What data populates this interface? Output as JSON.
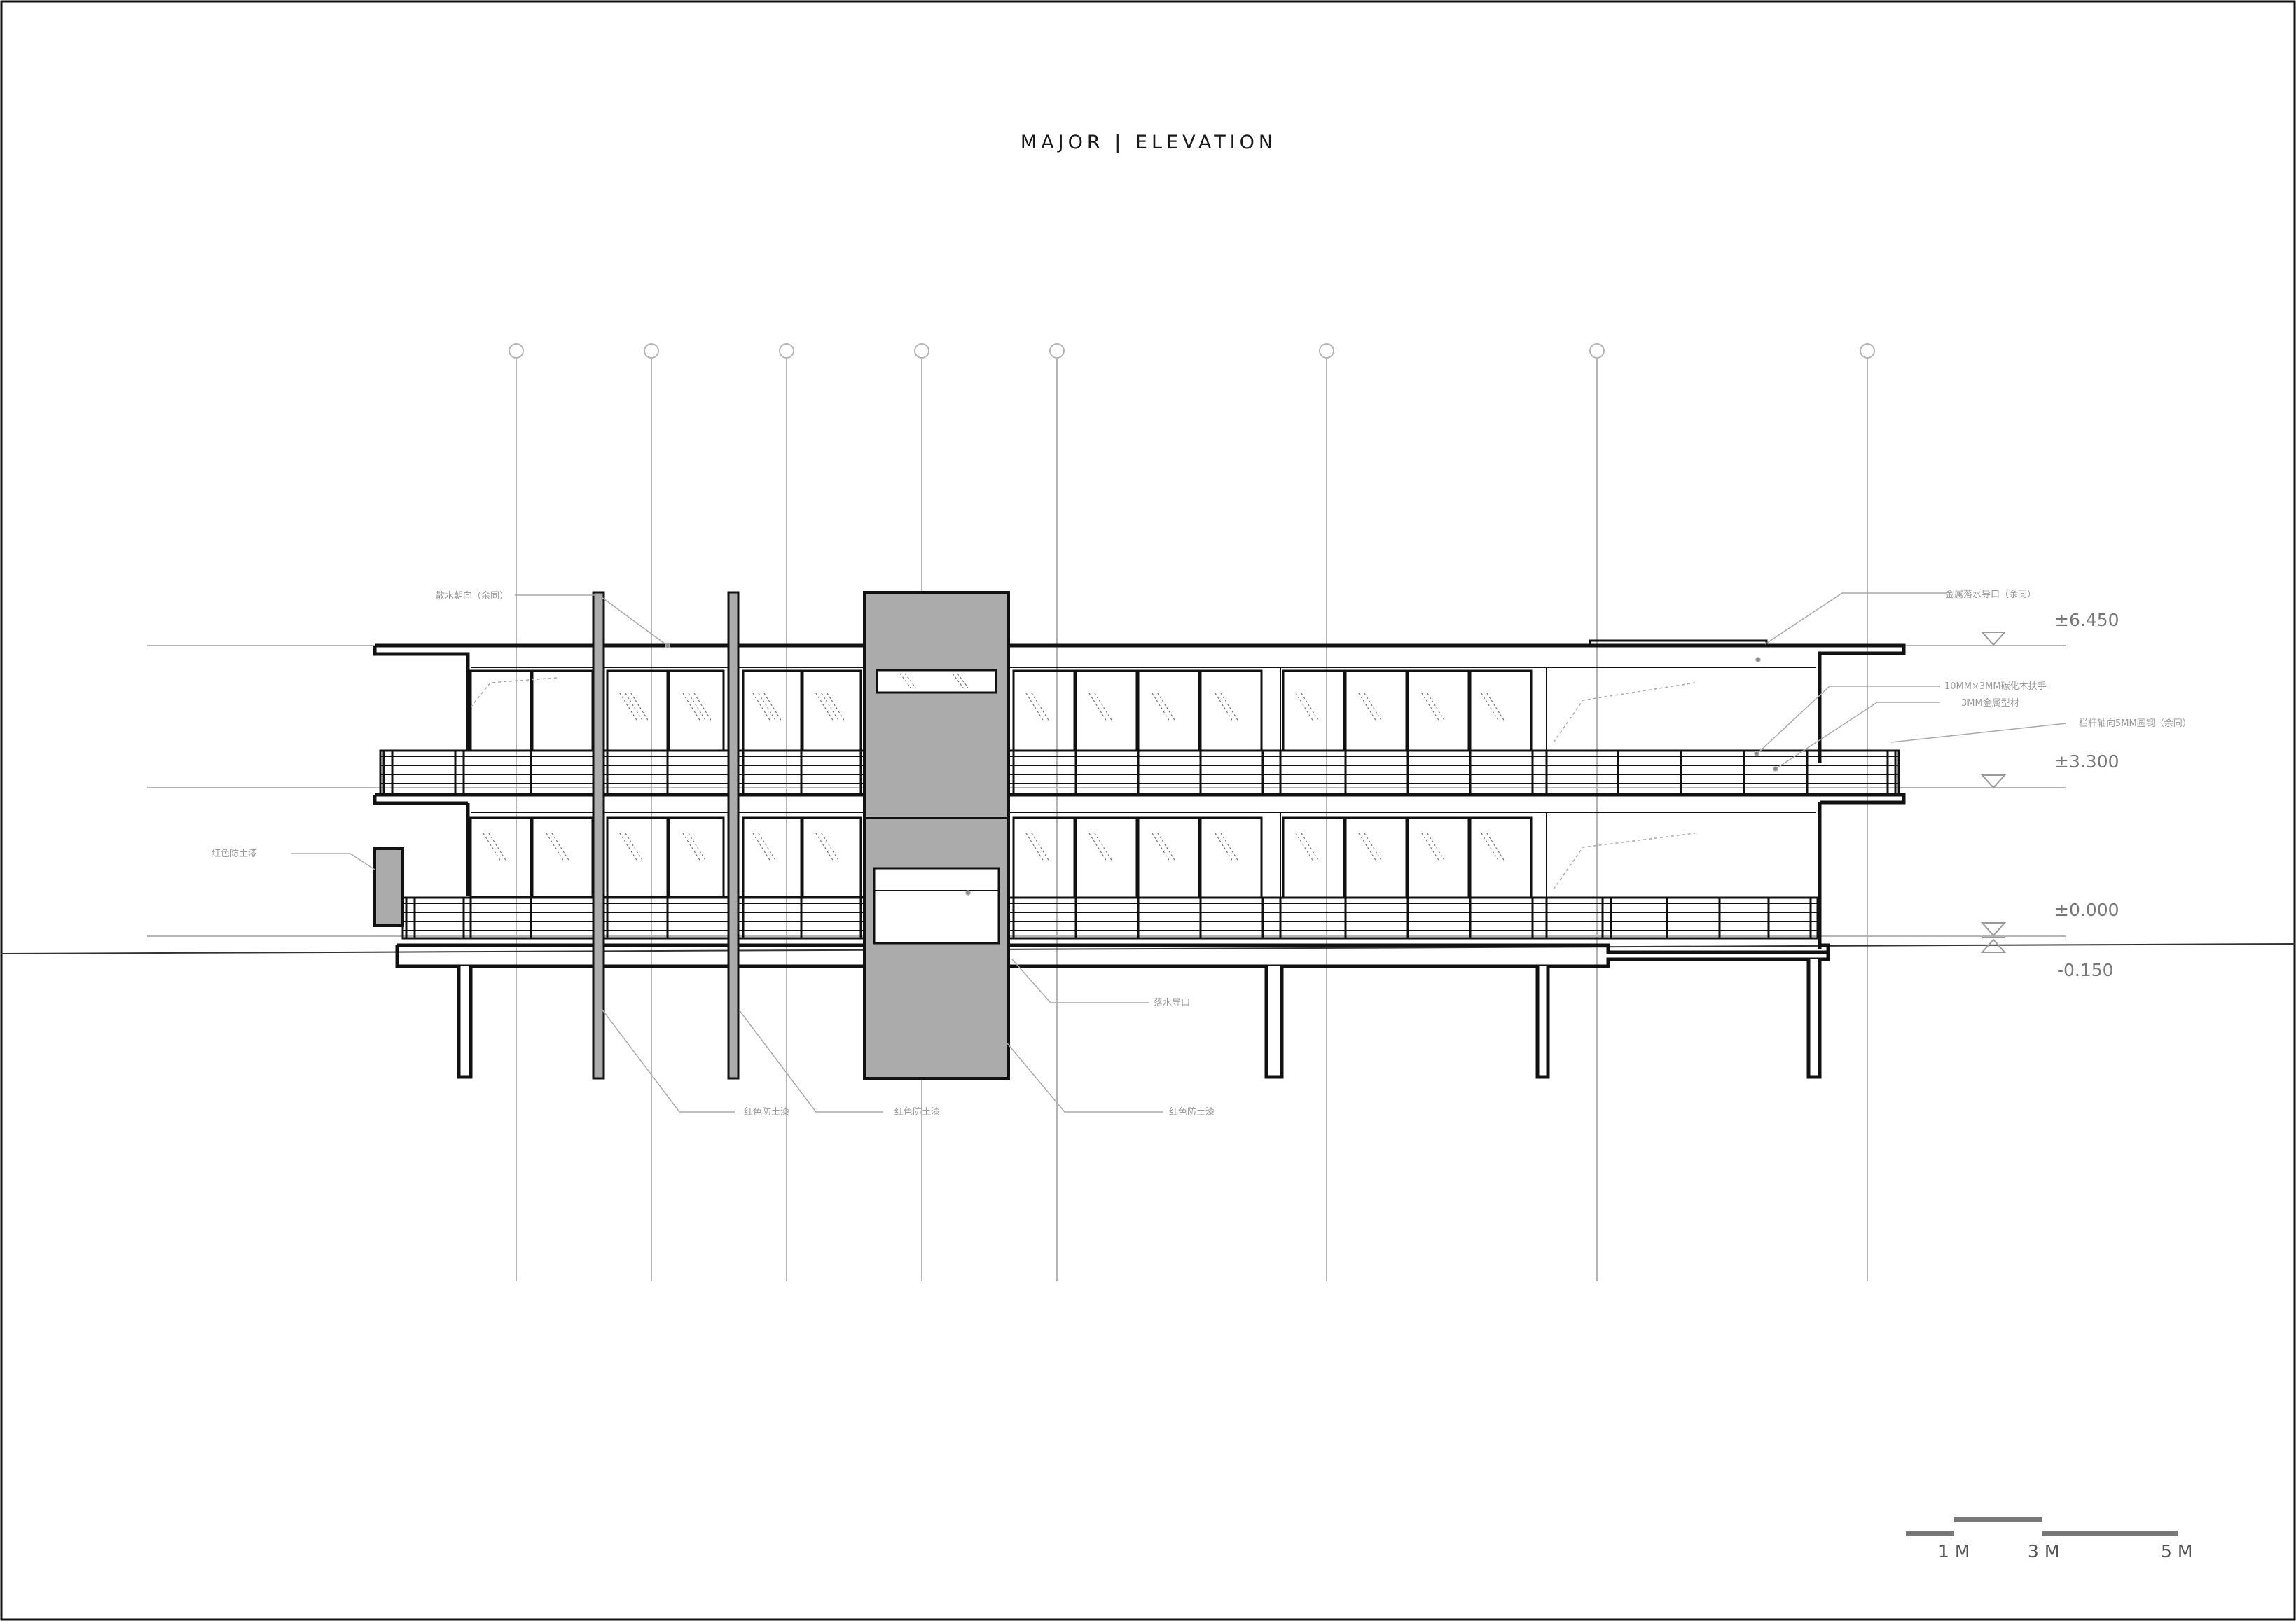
{
  "title": "MAJOR | ELEVATION",
  "levels": [
    {
      "label": "±6.450"
    },
    {
      "label": "±3.300"
    },
    {
      "label": "±0.000"
    },
    {
      "label": "-0.150"
    }
  ],
  "annotations": {
    "drain_top_left": "散水朝向（余同）",
    "metal_outlet": "金属落水导口（余同）",
    "handrail_spec": "10MM×3MM碳化木扶手",
    "metal_profile": "3MM金属型材",
    "railing_spec": "栏杆轴向5MM圆钢（余同）",
    "red_paint_left": "红色防土漆",
    "drain_outlet": "落水导口",
    "red_paint_col1": "红色防土漆",
    "red_paint_col2": "红色防土漆",
    "red_paint_core": "红色防土漆"
  },
  "scale_bar": {
    "labels": [
      "1 M",
      "3 M",
      "5 M"
    ]
  },
  "colors": {
    "line": "#111111",
    "fill": "#ababab",
    "grid": "#b5b5b5",
    "annotation": "#9a9a9a"
  }
}
